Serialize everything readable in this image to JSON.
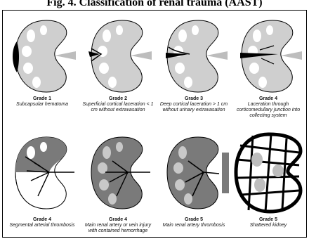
{
  "title": "Fig. 4. Classification of renal trauma (AAST)",
  "colors": {
    "parenchyma": "#bdbdbd",
    "hematoma": "#7a7a7a",
    "ink": "#000000",
    "calyx": "#ffffff"
  },
  "grades": [
    {
      "grade": "Grade 1",
      "desc": "Subcapsular hematoma"
    },
    {
      "grade": "Grade 2",
      "desc": "Superficial cortical laceration < 1 cm without extravasation"
    },
    {
      "grade": "Grade 3",
      "desc": "Deep cortical laceration > 1 cm without urinary extravasation"
    },
    {
      "grade": "Grade 4",
      "desc": "Laceration through corticomedullary junction into collecting system"
    },
    {
      "grade": "Grade 4",
      "desc": "Segmental arterial thrombosis"
    },
    {
      "grade": "Grade 4",
      "desc": "Main renal artery or vein injury with contained hemorrhage"
    },
    {
      "grade": "Grade 5",
      "desc": "Main renal artery thrombosis"
    },
    {
      "grade": "Grade 5",
      "desc": "Shattered kidney"
    }
  ]
}
